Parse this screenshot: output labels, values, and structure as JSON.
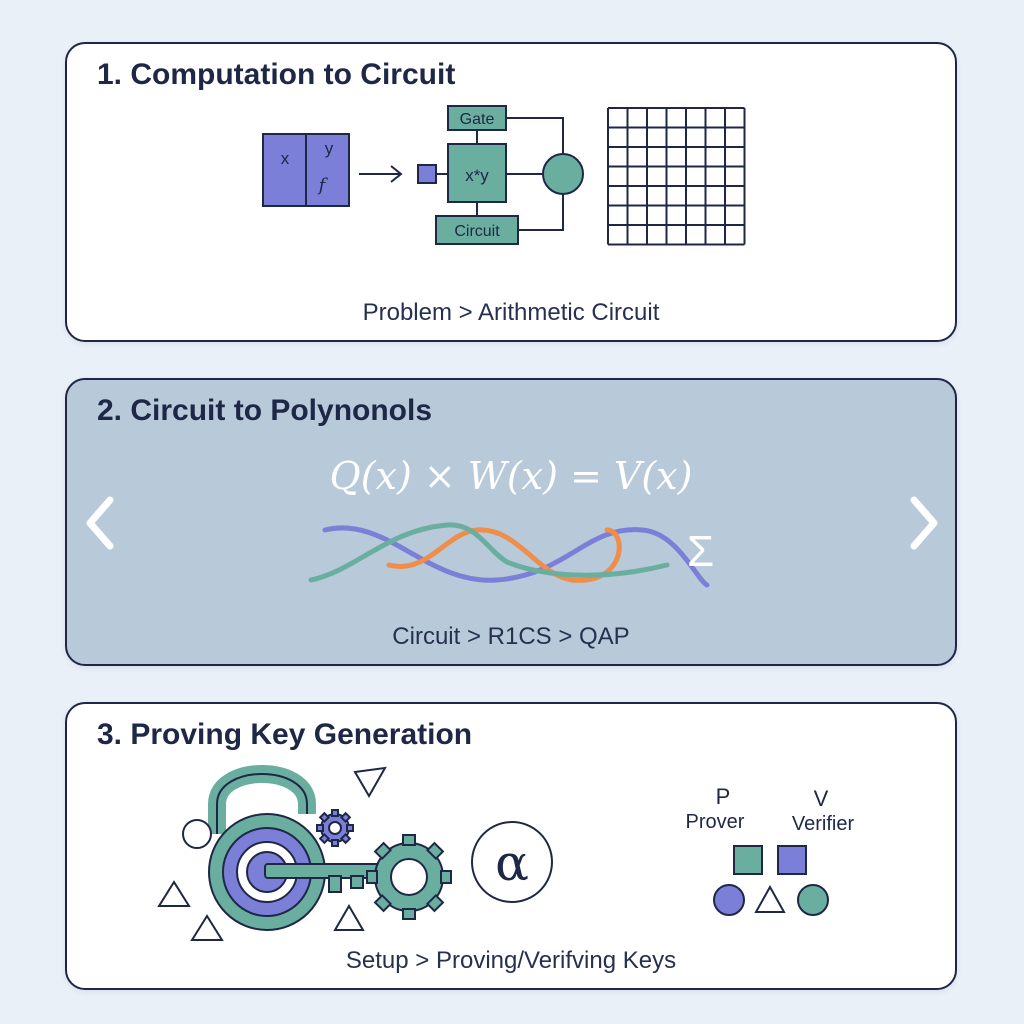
{
  "steps": [
    {
      "title": "1. Computation to Circuit",
      "caption": "Problem > Arithmetic Circuit",
      "labels": {
        "x": "x",
        "y": "y",
        "f": "f",
        "gate": "Gate",
        "op": "x*y",
        "circuit": "Circuit"
      }
    },
    {
      "title": "2. Circuit to Polynonols",
      "caption": "Circuit > R1CS > QAP",
      "formula": "Q(x) × W(x) = V(x)",
      "sigma": "Σ"
    },
    {
      "title": "3. Proving Key Generation",
      "caption": "Setup > Proving/Verifving Keys",
      "alpha": "α",
      "prover_letter": "P",
      "prover_label": "Prover",
      "verifier_letter": "V",
      "verifier_label": "Verifier"
    }
  ],
  "colors": {
    "navy": "#1f2747",
    "purple": "#7b7fd8",
    "teal": "#6aaea0",
    "orange": "#ef8d4a",
    "active_card": "#b8cad9"
  },
  "icons": {
    "prev": "chevron-left-icon",
    "next": "chevron-right-icon"
  }
}
